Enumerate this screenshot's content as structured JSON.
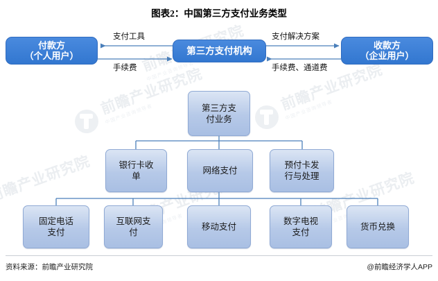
{
  "title": "图表2：中国第三方支付业务类型",
  "flow": {
    "payer": "付款方\n（个人用户）",
    "institution": "第三方支付机构",
    "payee": "收款方\n（企业用户）",
    "label_payment_tool": "支付工具",
    "label_service_fee": "手续费",
    "label_payment_solution": "支付解决方案",
    "label_service_channel_fee": "手续费、通道费"
  },
  "tree": {
    "root": "第三方支\n付业务",
    "level2": [
      {
        "label": "银行卡收\n单"
      },
      {
        "label": "网络支付"
      },
      {
        "label": "预付卡发\n行与处理"
      }
    ],
    "level3": [
      {
        "label": "固定电话\n支付"
      },
      {
        "label": "互联网支\n付"
      },
      {
        "label": "移动支付"
      },
      {
        "label": "数字电视\n支付"
      },
      {
        "label": "货币兑换"
      }
    ]
  },
  "watermark": {
    "brand": "前瞻产业研究院",
    "sub": "中国产业咨询领导者"
  },
  "footer": {
    "source": "资料来源：前瞻产业研究院",
    "account": "@前瞻经济学人APP"
  },
  "colors": {
    "top_node_fill": "#3e7fd5",
    "tree_node_fill": "#b6c9e8",
    "connector": "#4a7fba",
    "text_dark": "#1a1a1a"
  }
}
